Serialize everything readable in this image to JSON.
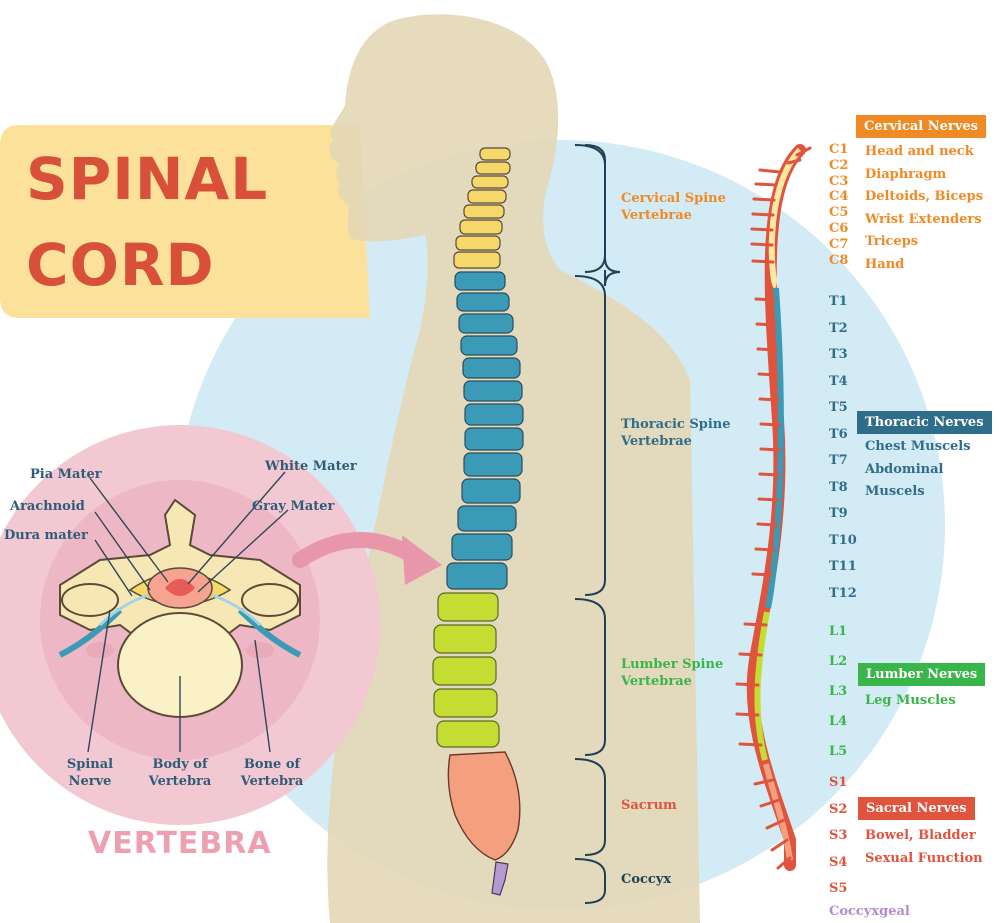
{
  "title": {
    "line1": "SPINAL",
    "line2": "CORD"
  },
  "vertebra": {
    "title": "VERTEBRA",
    "labels": {
      "pia_mater": "Pia Mater",
      "arachnoid": "Arachnoid",
      "dura_mater": "Dura mater",
      "white_mater": "White Mater",
      "gray_mater": "Gray Mater",
      "spinal_nerve": [
        "Spinal",
        "Nerve"
      ],
      "body_of_vertebra": [
        "Body of",
        "Vertebra"
      ],
      "bone_of_vertebra": [
        "Bone of",
        "Vertebra"
      ]
    }
  },
  "spine_sections": {
    "cervical": [
      "Cervical Spine",
      "Vertebrae"
    ],
    "thoracic": [
      "Thoracic Spine",
      "Vertebrae"
    ],
    "lumbar": [
      "Lumber Spine",
      "Vertebrae"
    ],
    "sacrum": "Sacrum",
    "coccyx": "Coccyx"
  },
  "segments": {
    "cervical": [
      "C1",
      "C2",
      "C3",
      "C4",
      "C5",
      "C6",
      "C7",
      "C8"
    ],
    "thoracic": [
      "T1",
      "T2",
      "T3",
      "T4",
      "T5",
      "T6",
      "T7",
      "T8",
      "T9",
      "T10",
      "T11",
      "T12"
    ],
    "lumbar": [
      "L1",
      "L2",
      "L3",
      "L4",
      "L5"
    ],
    "sacral": [
      "S1",
      "S2",
      "S3",
      "S4",
      "S5"
    ],
    "coccygeal": "Coccyxgeal"
  },
  "nerve_groups": {
    "cervical": {
      "title": "Cervical Nerves",
      "items": [
        "Head and neck",
        "Diaphragm",
        "Deltoids, Biceps",
        "Wrist Extenders",
        "Triceps",
        "Hand"
      ]
    },
    "thoracic": {
      "title": "Thoracic Nerves",
      "items": [
        "Chest Muscels",
        "Abdominal Muscels"
      ]
    },
    "lumbar": {
      "title": "Lumber Nerves",
      "items": [
        "Leg Muscles"
      ]
    },
    "sacral": {
      "title": "Sacral Nerves",
      "items": [
        "Bowel, Bladder",
        "Sexual Function"
      ]
    }
  },
  "colors": {
    "cervical": "#f6d86a",
    "thoracic": "#3b9ab5",
    "lumbar": "#c5dd33",
    "sacrum": "#f4a07e",
    "coccyx": "#b49ad1",
    "orange": "#f08a24",
    "teal": "#2f6d8a",
    "green": "#39b54a",
    "red": "#e0533d",
    "title_red": "#d9503a",
    "pink_circle": "#f2c8d2",
    "blue_circle": "#d3ebf5",
    "silhouette": "#e4d7b7"
  }
}
